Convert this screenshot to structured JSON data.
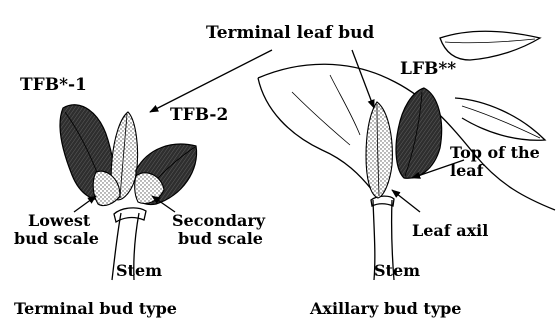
{
  "labels": {
    "terminal_leaf_bud": "Terminal leaf bud",
    "tfb1": "TFB*-1",
    "tfb2": "TFB-2",
    "lfb": "LFB**",
    "lowest_bud_scale_line1": "Lowest",
    "lowest_bud_scale_line2": "bud scale",
    "secondary_bud_scale_line1": "Secondary",
    "secondary_bud_scale_line2": "bud scale",
    "top_of_leaf_line1": "Top of  the",
    "top_of_leaf_line2": "leaf",
    "leaf_axil": "Leaf axil",
    "stem_left": "Stem",
    "stem_right": "Stem",
    "caption_left": "Terminal bud type",
    "caption_right": "Axillary bud type"
  },
  "colors": {
    "dark_bud": "#3a3a3a",
    "dotted_scale": "#d8d8d8",
    "ink": "#000000",
    "background": "#ffffff"
  }
}
